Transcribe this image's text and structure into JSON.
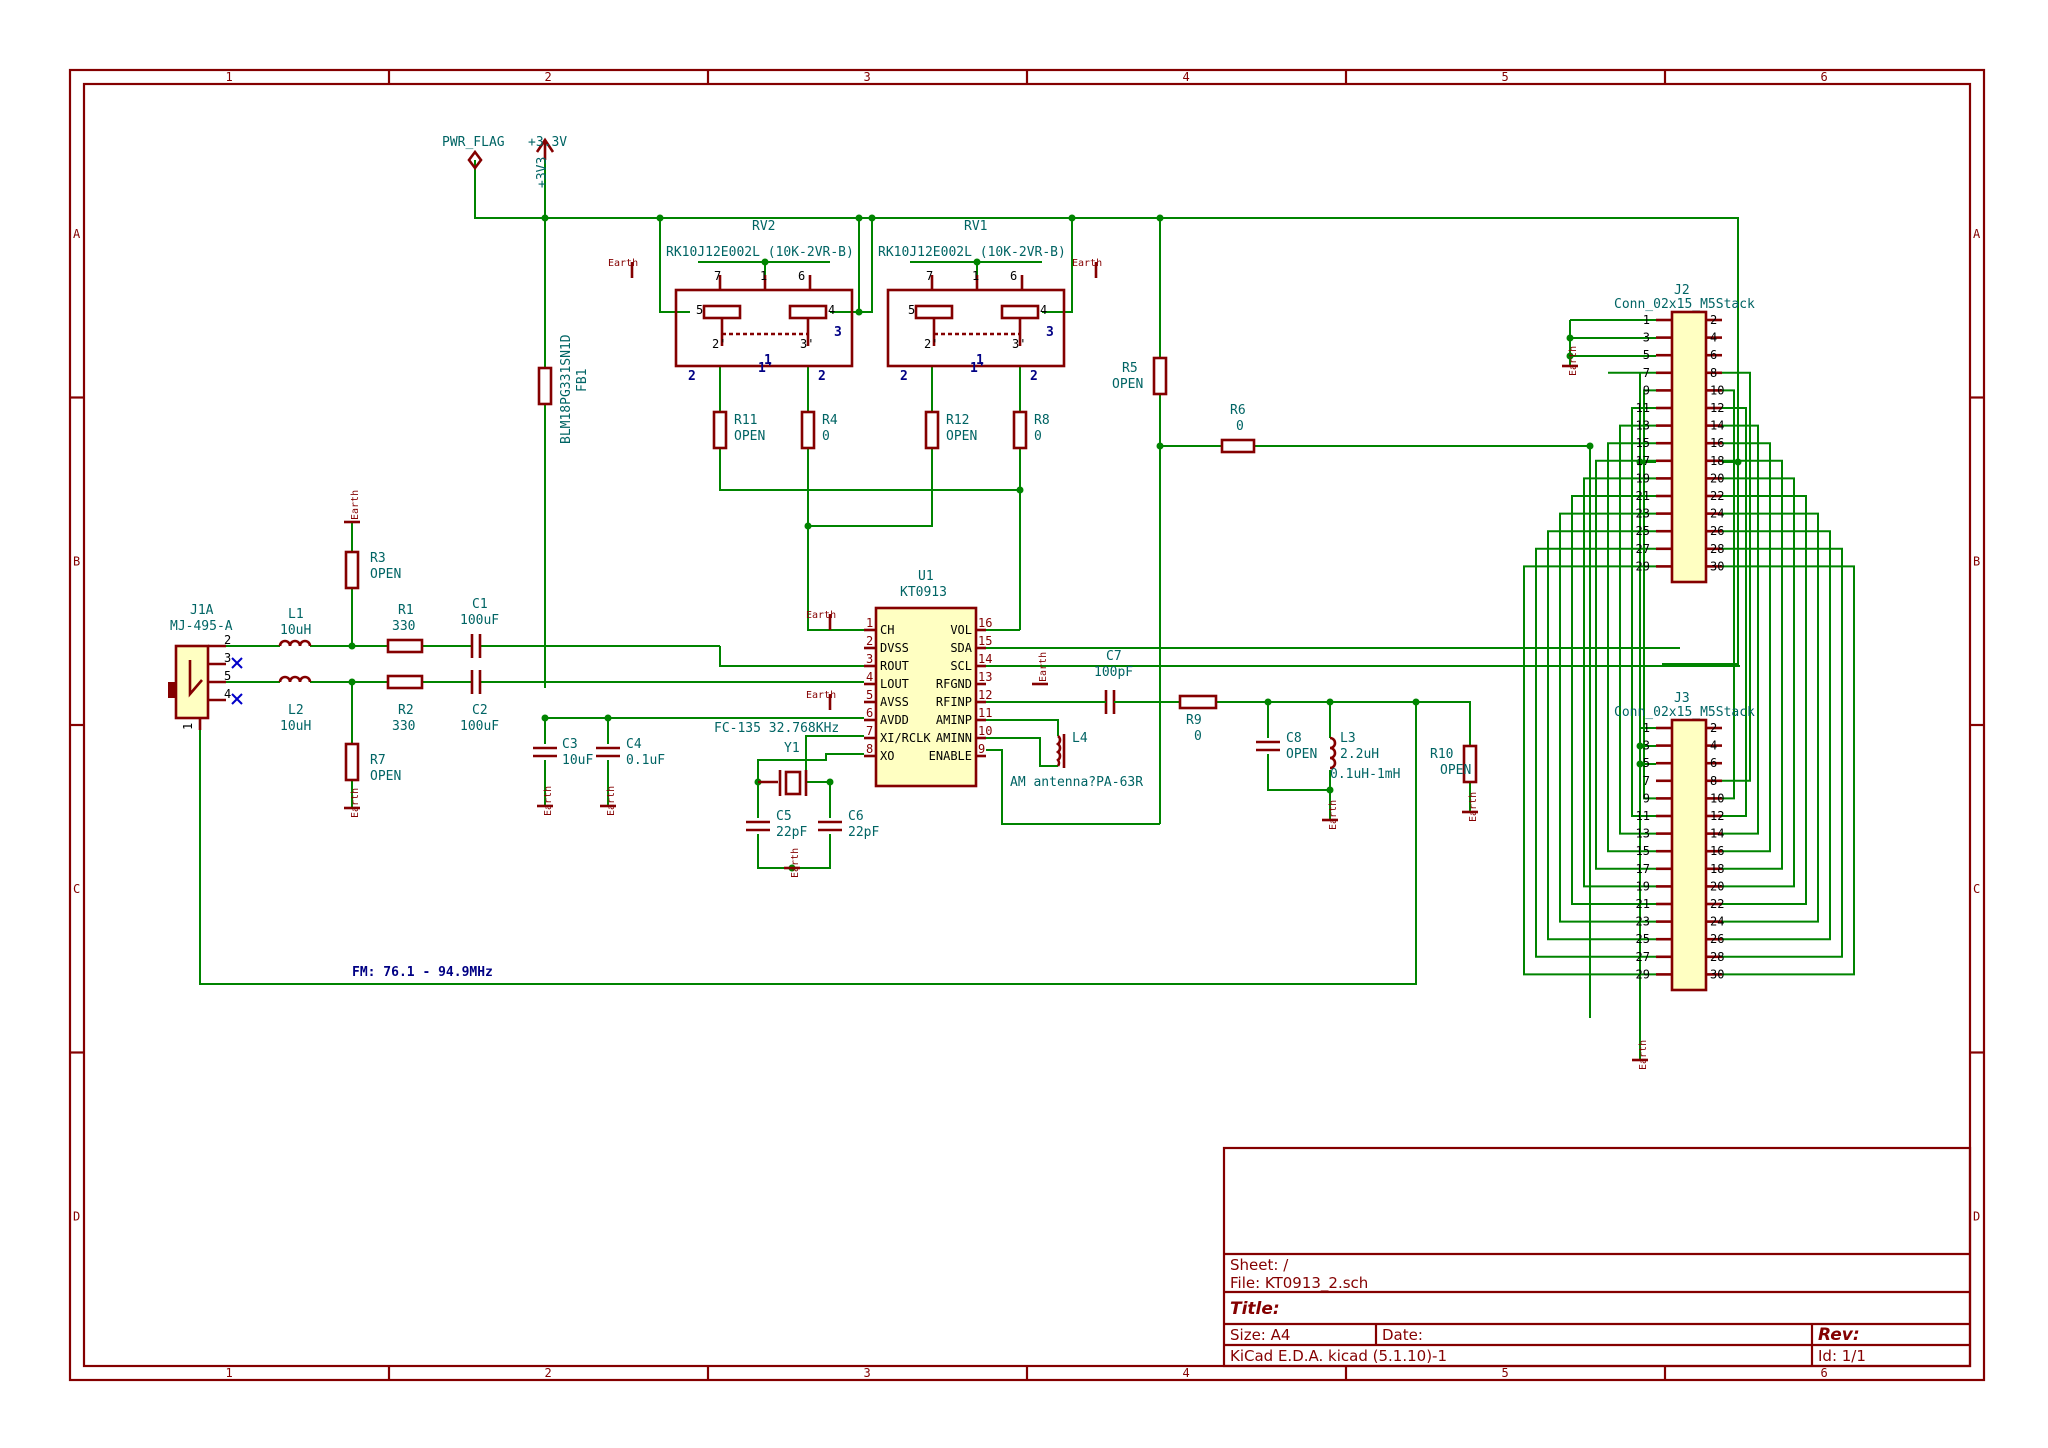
{
  "frame": {
    "cols": [
      "1",
      "2",
      "3",
      "4",
      "5",
      "6"
    ],
    "rows": [
      "A",
      "B",
      "C",
      "D"
    ]
  },
  "title_block": {
    "sheet": "Sheet: /",
    "file": "File: KT0913_2.sch",
    "title": "Title:",
    "size": "Size: A4",
    "date": "Date:",
    "rev": "Rev:",
    "tool": "KiCad E.D.A.  kicad (5.1.10)-1",
    "id": "Id: 1/1"
  },
  "power": {
    "pwr_flag": "PWR_FLAG",
    "vcc": "+3.3V",
    "vcc_vert": "+3V3",
    "earth": "Earth"
  },
  "components": {
    "J1": {
      "ref": "J1A",
      "value": "MJ-495-A",
      "pins": [
        "2",
        "3",
        "5",
        "4",
        "1"
      ]
    },
    "L1": {
      "ref": "L1",
      "value": "10uH"
    },
    "L2": {
      "ref": "L2",
      "value": "10uH"
    },
    "R1": {
      "ref": "R1",
      "value": "330"
    },
    "R2": {
      "ref": "R2",
      "value": "330"
    },
    "R3": {
      "ref": "R3",
      "value": "OPEN"
    },
    "R7": {
      "ref": "R7",
      "value": "OPEN"
    },
    "C1": {
      "ref": "C1",
      "value": "100uF"
    },
    "C2": {
      "ref": "C2",
      "value": "100uF"
    },
    "C3": {
      "ref": "C3",
      "value": "10uF"
    },
    "C4": {
      "ref": "C4",
      "value": "0.1uF"
    },
    "FB1": {
      "ref": "FB1",
      "value": "BLM18PG331SN1D"
    },
    "RV2": {
      "ref": "RV2",
      "value": "RK10J12E002L (10K-2VR-B)"
    },
    "RV1": {
      "ref": "RV1",
      "value": "RK10J12E002L (10K-2VR-B)"
    },
    "RV_pins": {
      "p7": "7",
      "p1": "1",
      "p6": "6",
      "p5": "5",
      "p4": "4",
      "p2p": "2'",
      "p3p": "3'",
      "p3": "3",
      "p2": "2",
      "p1p": "1'"
    },
    "R11": {
      "ref": "R11",
      "value": "OPEN"
    },
    "R4": {
      "ref": "R4",
      "value": "0"
    },
    "R12": {
      "ref": "R12",
      "value": "OPEN"
    },
    "R8": {
      "ref": "R8",
      "value": "0"
    },
    "R5": {
      "ref": "R5",
      "value": "OPEN"
    },
    "R6": {
      "ref": "R6",
      "value": "0"
    },
    "U1": {
      "ref": "U1",
      "value": "KT0913",
      "left": [
        [
          "1",
          "CH"
        ],
        [
          "2",
          "DVSS"
        ],
        [
          "3",
          "ROUT"
        ],
        [
          "4",
          "LOUT"
        ],
        [
          "5",
          "AVSS"
        ],
        [
          "6",
          "AVDD"
        ],
        [
          "7",
          "XI/RCLK"
        ],
        [
          "8",
          "XO"
        ]
      ],
      "right": [
        [
          "16",
          "VOL"
        ],
        [
          "15",
          "SDA"
        ],
        [
          "14",
          "SCL"
        ],
        [
          "13",
          "RFGND"
        ],
        [
          "12",
          "RFINP"
        ],
        [
          "11",
          "AMINP"
        ],
        [
          "10",
          "AMINN"
        ],
        [
          "9",
          "ENABLE"
        ]
      ]
    },
    "C7": {
      "ref": "C7",
      "value": "100pF"
    },
    "R9": {
      "ref": "R9",
      "value": "0"
    },
    "C8": {
      "ref": "C8",
      "value": "OPEN"
    },
    "L3": {
      "ref": "L3",
      "value": "2.2uH",
      "value2": "0.1uH-1mH"
    },
    "R10": {
      "ref": "R10",
      "value": "OPEN"
    },
    "L4": {
      "ref": "L4",
      "value": "AM antenna?PA-63R"
    },
    "Y1": {
      "ref": "Y1",
      "value": "FC-135 32.768KHz"
    },
    "C5": {
      "ref": "C5",
      "value": "22pF"
    },
    "C6": {
      "ref": "C6",
      "value": "22pF"
    },
    "J2": {
      "ref": "J2",
      "value": "Conn_02x15_M5Stack"
    },
    "J3": {
      "ref": "J3",
      "value": "Conn_02x15_M5Stack"
    },
    "conn_left": [
      "1",
      "3",
      "5",
      "7",
      "9",
      "11",
      "13",
      "15",
      "17",
      "19",
      "21",
      "23",
      "25",
      "27",
      "29"
    ],
    "conn_right": [
      "2",
      "4",
      "6",
      "8",
      "10",
      "12",
      "14",
      "16",
      "18",
      "20",
      "22",
      "24",
      "26",
      "28",
      "30"
    ]
  },
  "notes": {
    "fm": "FM: 76.1 - 94.9MHz"
  }
}
